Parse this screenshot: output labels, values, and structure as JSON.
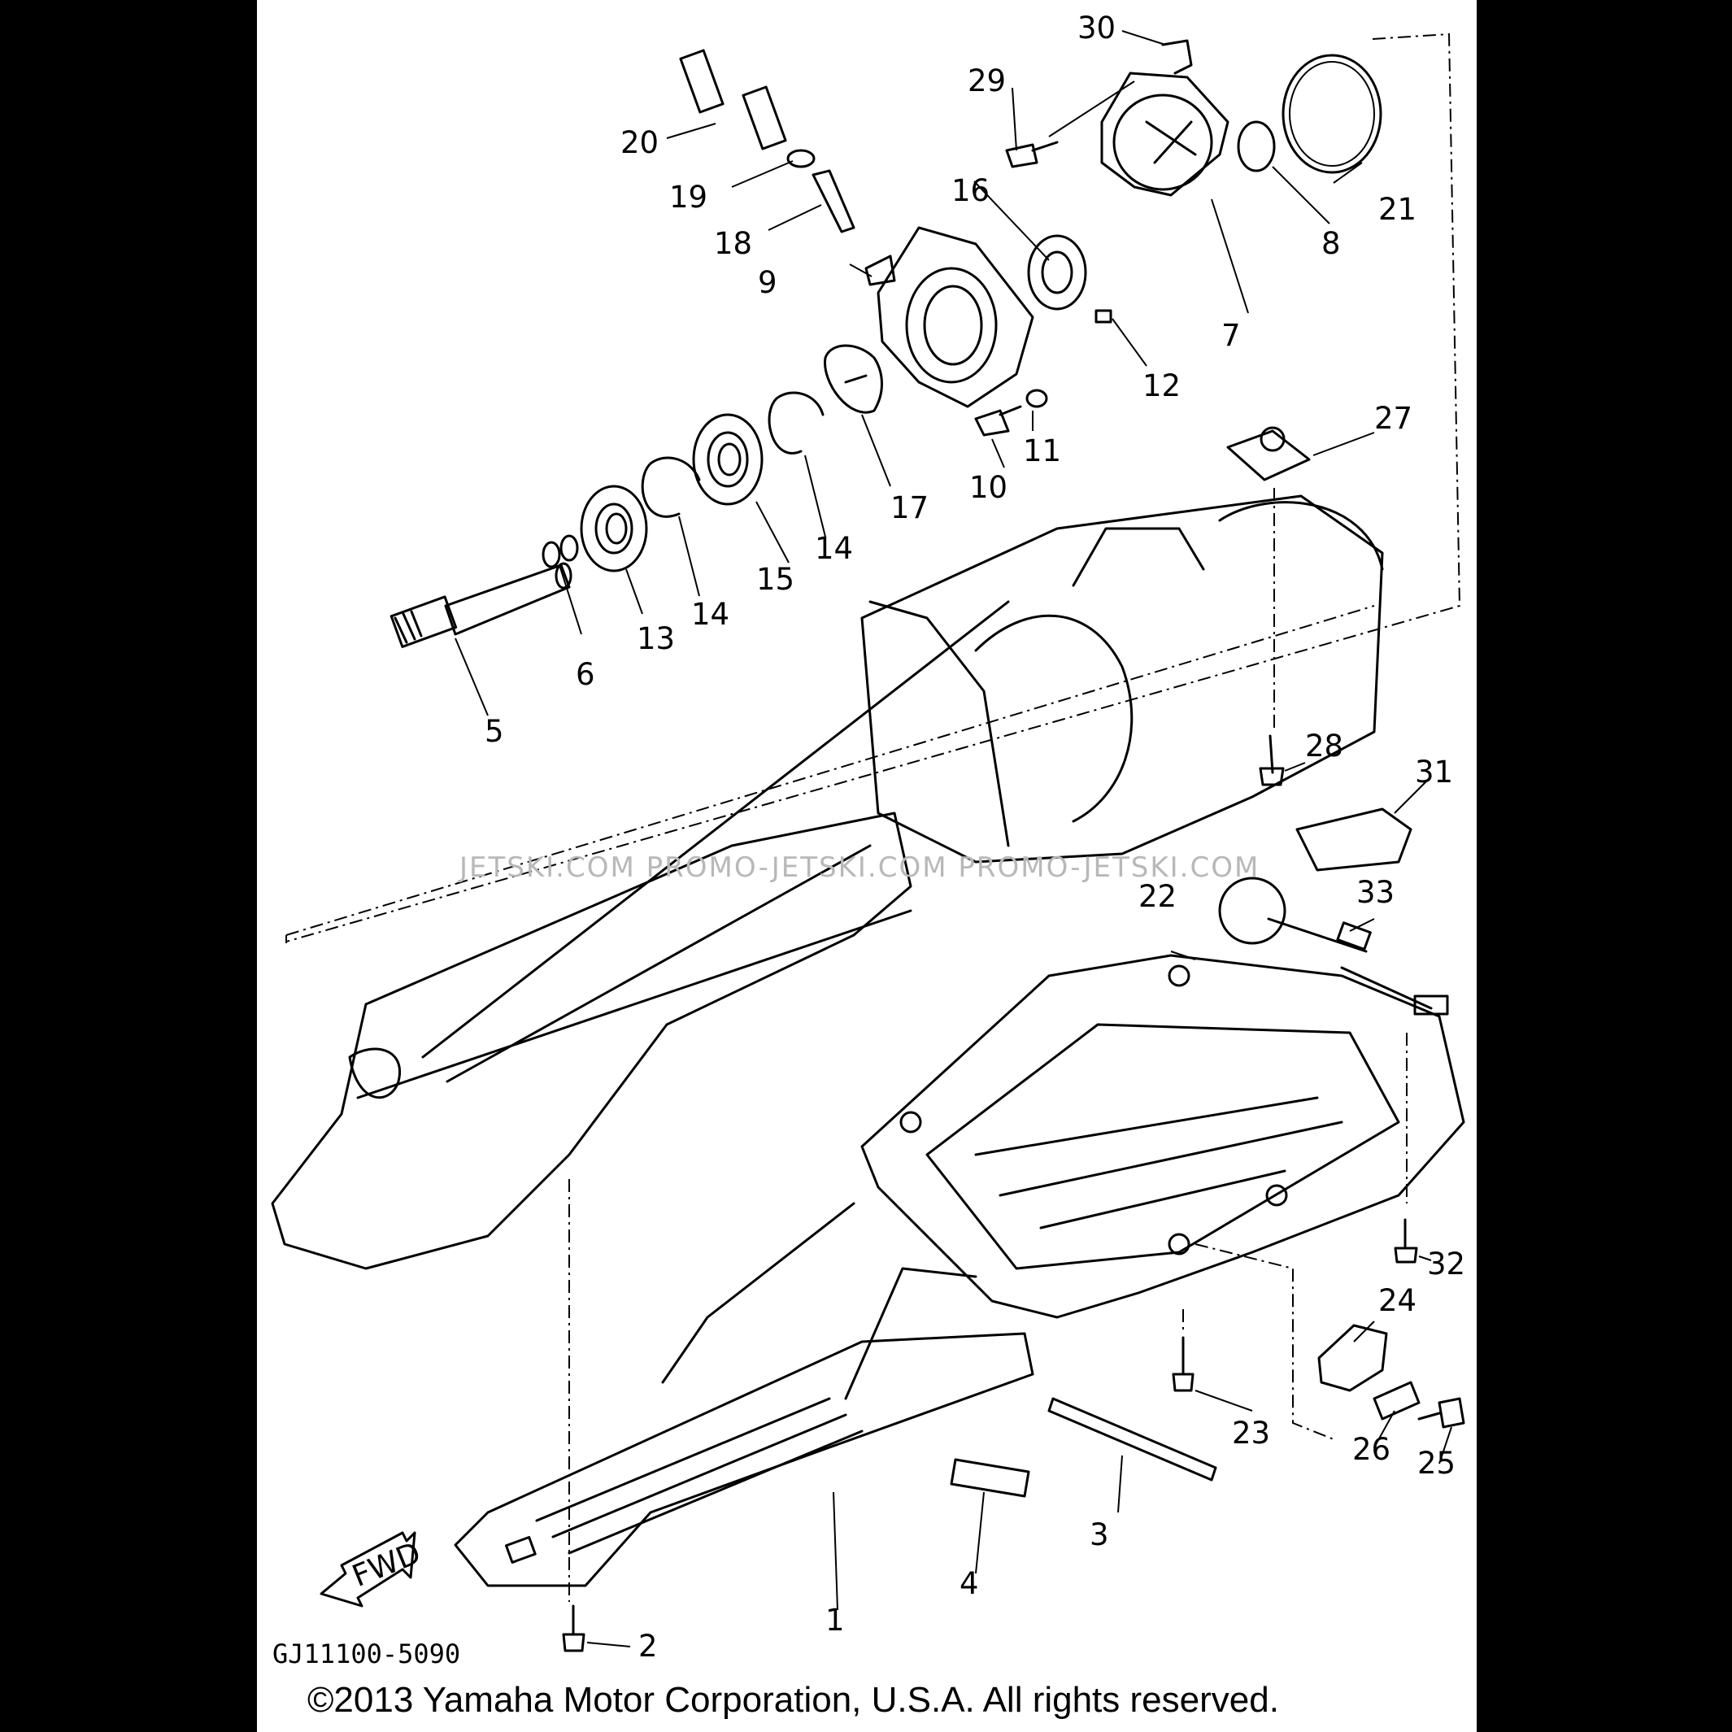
{
  "diagram": {
    "fwd_label": "FWD",
    "watermark": "JETSKI.COM   PROMO-JETSKI.COM   PROMO-JETSKI.COM",
    "code": "GJ11100-5090",
    "copyright": "©2013 Yamaha Motor Corporation, U.S.A. All rights reserved."
  },
  "callouts": {
    "1": "1",
    "2": "2",
    "3": "3",
    "4": "4",
    "5": "5",
    "6": "6",
    "7": "7",
    "8": "8",
    "9": "9",
    "10": "10",
    "11": "11",
    "12": "12",
    "13": "13",
    "14a": "14",
    "14b": "14",
    "15": "15",
    "16": "16",
    "17": "17",
    "18": "18",
    "19": "19",
    "20": "20",
    "21": "21",
    "22": "22",
    "23": "23",
    "24": "24",
    "25": "25",
    "26": "26",
    "27": "27",
    "28": "28",
    "29": "29",
    "30": "30",
    "31": "31",
    "32": "32",
    "33": "33"
  },
  "colors": {
    "background": "#000000",
    "sheet": "#ffffff",
    "ink": "#000000",
    "watermark": "#b8b8b8"
  }
}
